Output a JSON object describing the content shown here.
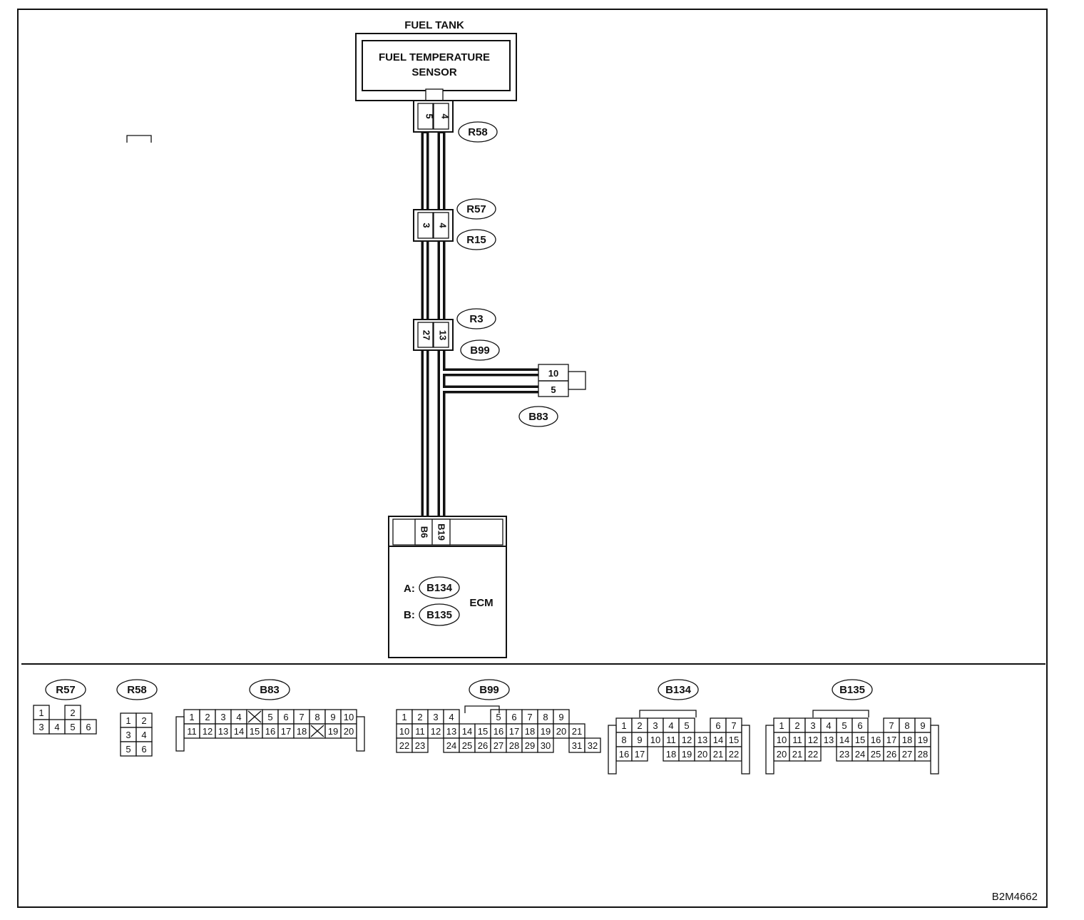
{
  "header": {
    "fuel_tank_label": "FUEL TANK",
    "sensor_line1": "FUEL TEMPERATURE",
    "sensor_line2": "SENSOR"
  },
  "wiring": {
    "r58_pins": [
      "5",
      "4"
    ],
    "r57_pins": [
      "3",
      "4"
    ],
    "r3_pins": [
      "27",
      "13"
    ],
    "b83_pins": [
      "10",
      "5"
    ],
    "ecm_pins": [
      "B6",
      "B19"
    ]
  },
  "labels": {
    "r58": "R58",
    "r57": "R57",
    "r15": "R15",
    "r3": "R3",
    "b99": "B99",
    "b83": "B83"
  },
  "ecm": {
    "name": "ECM",
    "a_prefix": "A:",
    "a_conn": "B134",
    "b_prefix": "B:",
    "b_conn": "B135"
  },
  "connectors": [
    {
      "name": "R57",
      "rows": [
        [
          "1",
          "",
          "2"
        ],
        [
          "3",
          "4",
          "5",
          "6"
        ]
      ]
    },
    {
      "name": "R58",
      "rows": [
        [
          "1",
          "2"
        ],
        [
          "3",
          "4"
        ],
        [
          "5",
          "6"
        ]
      ]
    },
    {
      "name": "B83",
      "rows": [
        [
          "1",
          "2",
          "3",
          "4",
          "X",
          "5",
          "6",
          "7",
          "8",
          "9",
          "10"
        ],
        [
          "11",
          "12",
          "13",
          "14",
          "15",
          "16",
          "17",
          "18",
          "X",
          "19",
          "20"
        ]
      ]
    },
    {
      "name": "B99",
      "rows": [
        [
          "1",
          "2",
          "3",
          "4",
          "",
          "",
          "5",
          "6",
          "7",
          "8",
          "9"
        ],
        [
          "10",
          "11",
          "12",
          "13",
          "14",
          "15",
          "16",
          "17",
          "18",
          "19",
          "20",
          "21"
        ],
        [
          "22",
          "23",
          "",
          "24",
          "25",
          "26",
          "27",
          "28",
          "29",
          "30",
          "",
          "31",
          "32"
        ]
      ]
    },
    {
      "name": "B134",
      "rows": [
        [
          "1",
          "2",
          "3",
          "4",
          "5",
          "",
          "6",
          "7"
        ],
        [
          "8",
          "9",
          "10",
          "11",
          "12",
          "13",
          "14",
          "15"
        ],
        [
          "16",
          "17",
          "",
          "18",
          "19",
          "20",
          "21",
          "22"
        ]
      ]
    },
    {
      "name": "B135",
      "rows": [
        [
          "1",
          "2",
          "3",
          "4",
          "5",
          "6",
          "",
          "7",
          "8",
          "9"
        ],
        [
          "10",
          "11",
          "12",
          "13",
          "14",
          "15",
          "16",
          "17",
          "18",
          "19"
        ],
        [
          "20",
          "21",
          "22",
          "",
          "23",
          "24",
          "25",
          "26",
          "27",
          "28"
        ]
      ]
    }
  ],
  "figure_code": "B2M4662"
}
